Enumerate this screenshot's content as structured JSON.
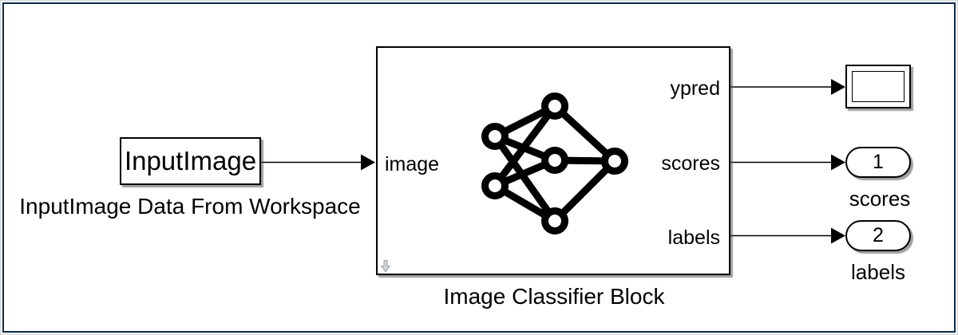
{
  "workspace_block": {
    "name": "InputImage",
    "caption": "InputImage Data From Workspace"
  },
  "classifier": {
    "caption": "Image Classifier Block",
    "input_port": "image",
    "output_ports": [
      {
        "label": "ypred"
      },
      {
        "label": "scores"
      },
      {
        "label": "labels"
      }
    ]
  },
  "outports": [
    {
      "number": "1",
      "caption": "scores"
    },
    {
      "number": "2",
      "caption": "labels"
    }
  ],
  "colors": {
    "frame": "#0d2a47",
    "wire": "#000000",
    "block_border": "#000000",
    "badge_gray": "#c9cdd1"
  },
  "icons": {
    "classifier_icon": "neural-network-icon",
    "badge": "down-arrow-badge"
  }
}
